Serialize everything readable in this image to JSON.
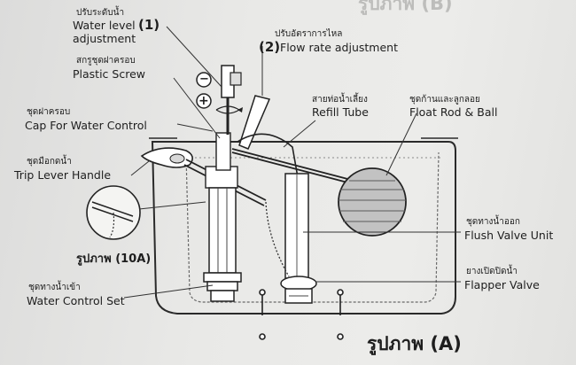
{
  "header_partial": "รูปภาพ (B)",
  "labels": {
    "water_level": {
      "th": "ปรับระดับน้ำ",
      "en": "Water level",
      "en2": "adjustment",
      "num": "(1)"
    },
    "flow_rate": {
      "th": "ปรับอัตราการไหล",
      "en": "Flow rate adjustment",
      "num": "(2)"
    },
    "plastic_screw": {
      "th": "สกรูชุดฝาครอบ",
      "en": "Plastic Screw"
    },
    "cap": {
      "th": "ชุดฝาครอบ",
      "en": "Cap For Water Control"
    },
    "refill_tube": {
      "th": "สายท่อน้ำเลี้ยง",
      "en": "Refill Tube"
    },
    "float_rod": {
      "th": "ชุดก้านและลูกลอย",
      "en": "Float Rod & Ball"
    },
    "trip_lever": {
      "th": "ชุดมือกดน้ำ",
      "en": "Trip Lever Handle"
    },
    "flush_valve": {
      "th": "ชุดทางน้ำออก",
      "en": "Flush Valve Unit"
    },
    "flapper": {
      "th": "ยางเปิดปิดน้ำ",
      "en": "Flapper Valve"
    },
    "water_control": {
      "th": "ชุดทางน้ำเข้า",
      "en": "Water Control Set"
    }
  },
  "caption_10a": "รูปภาพ (10A)",
  "caption_a": "รูปภาพ (A)",
  "symbols": {
    "minus": "−",
    "plus": "+"
  }
}
